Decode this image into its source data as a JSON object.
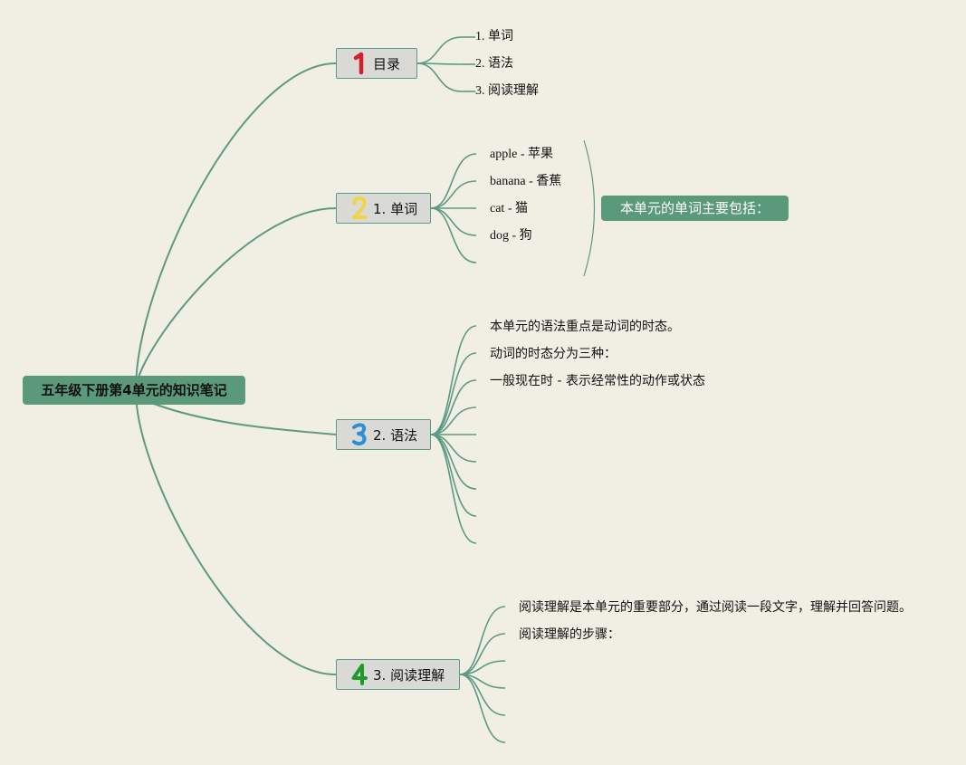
{
  "root": {
    "label": "五年级下册第4单元的知识笔记"
  },
  "topics": [
    {
      "id": "t1",
      "badge": "1",
      "badge_color": "#d0202e",
      "label": "目录",
      "leaves": [
        "1. 单词",
        "2. 语法",
        "3. 阅读理解"
      ],
      "empty_leaves": 0
    },
    {
      "id": "t2",
      "badge": "2",
      "badge_color": "#f2d44a",
      "label": "1. 单词",
      "leaves": [
        "apple - 苹果",
        "banana - 香蕉",
        "cat - 猫",
        "dog - 狗"
      ],
      "empty_leaves": 1
    },
    {
      "id": "t3",
      "badge": "3",
      "badge_color": "#2f8fd6",
      "label": "2. 语法",
      "leaves": [
        "本单元的语法重点是动词的时态。",
        "动词的时态分为三种：",
        "一般现在时 - 表示经常性的动作或状态"
      ],
      "empty_leaves": 6
    },
    {
      "id": "t4",
      "badge": "4",
      "badge_color": "#1f9a2a",
      "label": "3. 阅读理解",
      "leaves": [
        "阅读理解是本单元的重要部分，通过阅读一段文字，理解并回答问题。",
        "阅读理解的步骤："
      ],
      "empty_leaves": 4
    }
  ],
  "summary": {
    "label": "本单元的单词主要包括："
  },
  "colors": {
    "background": "#f1eee3",
    "line": "#5c9a84",
    "root_fill": "#5a9a7a",
    "topic_fill": "#d9d9d6"
  }
}
